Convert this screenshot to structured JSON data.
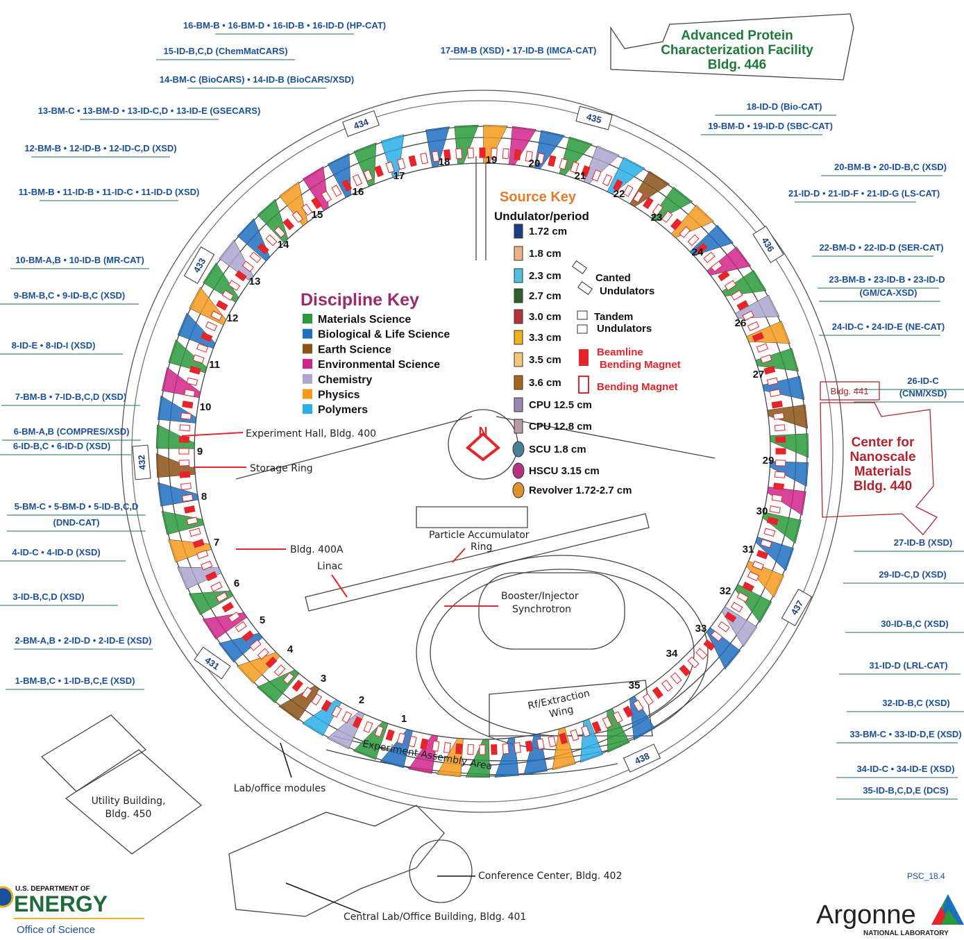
{
  "title_key": {
    "discipline": "Discipline Key",
    "source": "Source Key",
    "undulator": "Undulator/period"
  },
  "disciplines": [
    {
      "label": "Materials Science",
      "color": "#2a9a3c"
    },
    {
      "label": "Biological & Life Science",
      "color": "#1f6fbf"
    },
    {
      "label": "Earth Science",
      "color": "#8a5216"
    },
    {
      "label": "Environmental Science",
      "color": "#d0238a"
    },
    {
      "label": "Chemistry",
      "color": "#aaa6d0"
    },
    {
      "label": "Physics",
      "color": "#f39a1c"
    },
    {
      "label": "Polymers",
      "color": "#29aee6"
    }
  ],
  "sources": [
    {
      "label": "1.72 cm",
      "color": "#1a3e86"
    },
    {
      "label": "1.8 cm",
      "color": "#e8b487"
    },
    {
      "label": "2.3 cm",
      "color": "#4ec1e0"
    },
    {
      "label": "2.7 cm",
      "color": "#2c5e2c"
    },
    {
      "label": "3.0 cm",
      "color": "#b5323a"
    },
    {
      "label": "3.3 cm",
      "color": "#f0b21b"
    },
    {
      "label": "3.5 cm",
      "color": "#f6c77a"
    },
    {
      "label": "3.6 cm",
      "color": "#a9641c"
    },
    {
      "label": "CPU 12.5 cm",
      "color": "#9a86b4"
    },
    {
      "label": "CPU 12.8 cm",
      "color": "#b79aa2"
    },
    {
      "label": "SCU 1.8 cm",
      "color": "#4a7f95"
    },
    {
      "label": "HSCU 3.15 cm",
      "color": "#b6327f"
    },
    {
      "label": "Revolver 1.72-2.7 cm",
      "color": "#e0902a"
    }
  ],
  "source_extra": {
    "canted": "Canted",
    "canted2": "Undulators",
    "tandem": "Tandem",
    "tandem2": "Undulators",
    "beamline_bm": "Beamline",
    "beamline_bm2": "Bending Magnet",
    "bm": "Bending Magnet"
  },
  "beamlines_left": [
    "16-BM-B • 16-BM-D • 16-ID-B • 16-ID-D (HP-CAT)",
    "15-ID-B,C,D (ChemMatCARS)",
    "14-BM-C (BioCARS) • 14-ID-B (BioCARS/XSD)",
    "13-BM-C • 13-BM-D • 13-ID-C,D • 13-ID-E (GSECARS)",
    "12-BM-B • 12-ID-B • 12-ID-C,D (XSD)",
    "11-BM-B • 11-ID-B • 11-ID-C • 11-ID-D (XSD)",
    "10-BM-A,B • 10-ID-B (MR-CAT)",
    "9-BM-B,C • 9-ID-B,C  (XSD)",
    "8-ID-E • 8-ID-I (XSD)",
    "7-BM-B • 7-ID-B,C,D  (XSD)",
    "6-BM-A,B (COMPRES/XSD)",
    "6-ID-B,C • 6-ID-D (XSD)",
    "5-BM-C • 5-BM-D • 5-ID-B,C,D",
    "(DND-CAT)",
    "4-ID-C • 4-ID-D (XSD)",
    "3-ID-B,C,D  (XSD)",
    "2-BM-A,B • 2-ID-D • 2-ID-E (XSD)",
    "1-BM-B,C • 1-ID-B,C,E (XSD)"
  ],
  "beamlines_right": [
    "17-BM-B  (XSD) • 17-ID-B (IMCA-CAT)",
    "18-ID-D (Bio-CAT)",
    "19-BM-D • 19-ID-D (SBC-CAT)",
    "20-BM-B • 20-ID-B,C (XSD)",
    "21-ID-D • 21-ID-F • 21-ID-G (LS-CAT)",
    "22-BM-D • 22-ID-D (SER-CAT)",
    "23-BM-B • 23-ID-B • 23-ID-D",
    "(GM/CA-XSD)",
    "24-ID-C • 24-ID-E (NE-CAT)",
    "26-ID-C",
    "(CNM/XSD)",
    "27-ID-B (XSD)",
    "29-ID-C,D (XSD)",
    "30-ID-B,C (XSD)",
    "31-ID-D (LRL-CAT)",
    "32-ID-B,C (XSD)",
    "33-BM-C • 33-ID-D,E (XSD)",
    "34-ID-C • 34-ID-E (XSD)",
    "35-ID-B,C,D,E (DCS)"
  ],
  "sector_numbers": [
    "1",
    "2",
    "3",
    "4",
    "5",
    "6",
    "7",
    "8",
    "9",
    "10",
    "11",
    "12",
    "13",
    "14",
    "15",
    "16",
    "17",
    "18",
    "19",
    "20",
    "21",
    "22",
    "23",
    "24",
    "26",
    "27",
    "29",
    "30",
    "31",
    "32",
    "33",
    "34",
    "35"
  ],
  "building_tags": [
    "434",
    "435",
    "436",
    "433",
    "432",
    "437",
    "431",
    "438"
  ],
  "facilities": {
    "aps": "Advanced Protein",
    "aps2": "Characterization Facility",
    "aps3": "Bldg. 446",
    "cnm": "Center for",
    "cnm2": "Nanoscale",
    "cnm3": "Materials",
    "cnm4": "Bldg. 440",
    "bldg441": "Bldg. 441"
  },
  "labels": {
    "exp_hall": "Experiment Hall, Bldg. 400",
    "storage_ring": "Storage Ring",
    "bldg400a": "Bldg. 400A",
    "linac": "Linac",
    "par": "Particle Accumulator",
    "par2": "Ring",
    "booster": "Booster/Injector",
    "booster2": "Synchrotron",
    "rf": "Rf/Extraction",
    "rf2": "Wing",
    "eaa": "Experiment Assembly Area",
    "lab_office": "Lab/office modules",
    "utility": "Utility Building,",
    "utility2": "Bldg. 450",
    "conference": "Conference Center, Bldg. 402",
    "central": "Central Lab/Office Building, Bldg. 401",
    "code": "PSC_18.4",
    "doe1": "U.S. DEPARTMENT OF",
    "doe2": "ENERGY",
    "doe3": "Office of Science",
    "argonne": "Argonne",
    "argonne2": "NATIONAL LABORATORY",
    "north": "N"
  }
}
